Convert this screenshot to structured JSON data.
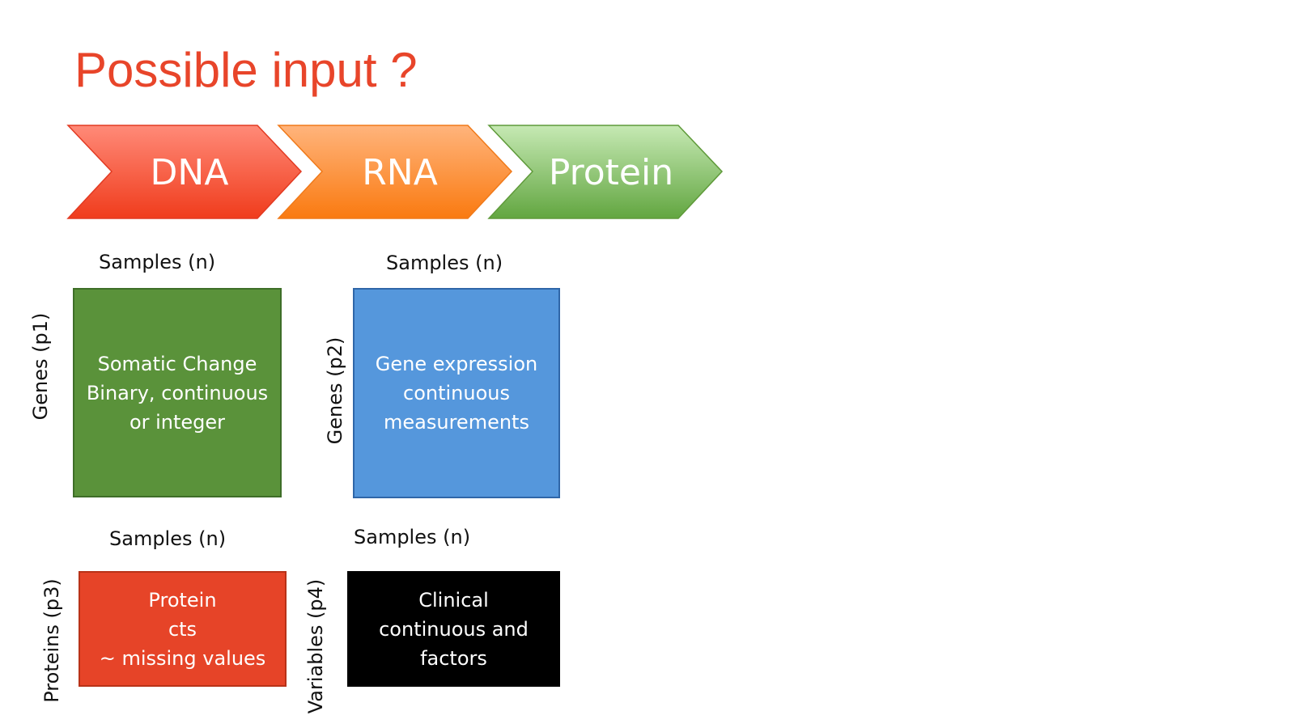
{
  "title": "Possible input ?",
  "flow": [
    {
      "label": "DNA",
      "color_top": "#ff8a78",
      "color_bottom": "#f03c1c",
      "stroke": "#e23a22"
    },
    {
      "label": "RNA",
      "color_top": "#ffb47c",
      "color_bottom": "#fa7a10",
      "stroke": "#f07a1a"
    },
    {
      "label": "Protein",
      "color_top": "#c6e9b4",
      "color_bottom": "#62a640",
      "stroke": "#5f9a3a"
    }
  ],
  "matrices": [
    {
      "id": "dna",
      "samples_label": "Samples (n)",
      "rows_label": "Genes (p1)",
      "lines": [
        "Somatic Change",
        "Binary, continuous",
        "or integer"
      ],
      "fill": "#5a923a",
      "border": "#3e6e28"
    },
    {
      "id": "rna",
      "samples_label": "Samples (n)",
      "rows_label": "Genes (p2)",
      "lines": [
        "Gene expression",
        "continuous",
        "measurements"
      ],
      "fill": "#5597dc",
      "border": "#2f66a8"
    },
    {
      "id": "protein",
      "samples_label": "Samples (n)",
      "rows_label": "Proteins (p3)",
      "lines": [
        "Protein",
        "cts",
        "~ missing values"
      ],
      "fill": "#e64428",
      "border": "#b83218"
    },
    {
      "id": "clinical",
      "samples_label": "Samples (n)",
      "rows_label": "Variables (p4)",
      "lines": [
        "Clinical",
        "continuous and",
        "factors"
      ],
      "fill": "#000000",
      "border": "#000000"
    }
  ]
}
